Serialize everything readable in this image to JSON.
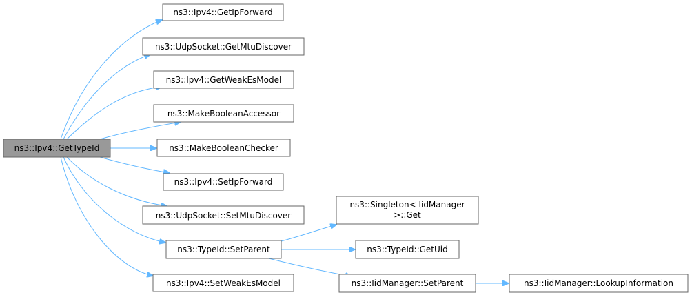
{
  "nodes": {
    "get_type_id": "ns3::Ipv4::GetTypeId",
    "get_ip_forward": "ns3::Ipv4::GetIpForward",
    "udp_get_mtu": "ns3::UdpSocket::GetMtuDiscover",
    "get_weak_es": "ns3::Ipv4::GetWeakEsModel",
    "make_bool_accessor": "ns3::MakeBooleanAccessor",
    "make_bool_checker": "ns3::MakeBooleanChecker",
    "set_ip_forward": "ns3::Ipv4::SetIpForward",
    "udp_set_mtu": "ns3::UdpSocket::SetMtuDiscover",
    "typeid_set_parent": "ns3::TypeId::SetParent",
    "set_weak_es": "ns3::Ipv4::SetWeakEsModel",
    "singleton_line1": "ns3::Singleton< IidManager",
    "singleton_line2": ">::Get",
    "typeid_get_uid": "ns3::TypeId::GetUid",
    "iid_set_parent": "ns3::IidManager::SetParent",
    "iid_lookup": "ns3::IidManager::LookupInformation"
  },
  "colors": {
    "edge": "#63b8ff",
    "root_fill": "#999999",
    "node_fill": "#ffffff",
    "node_border": "#666666"
  }
}
